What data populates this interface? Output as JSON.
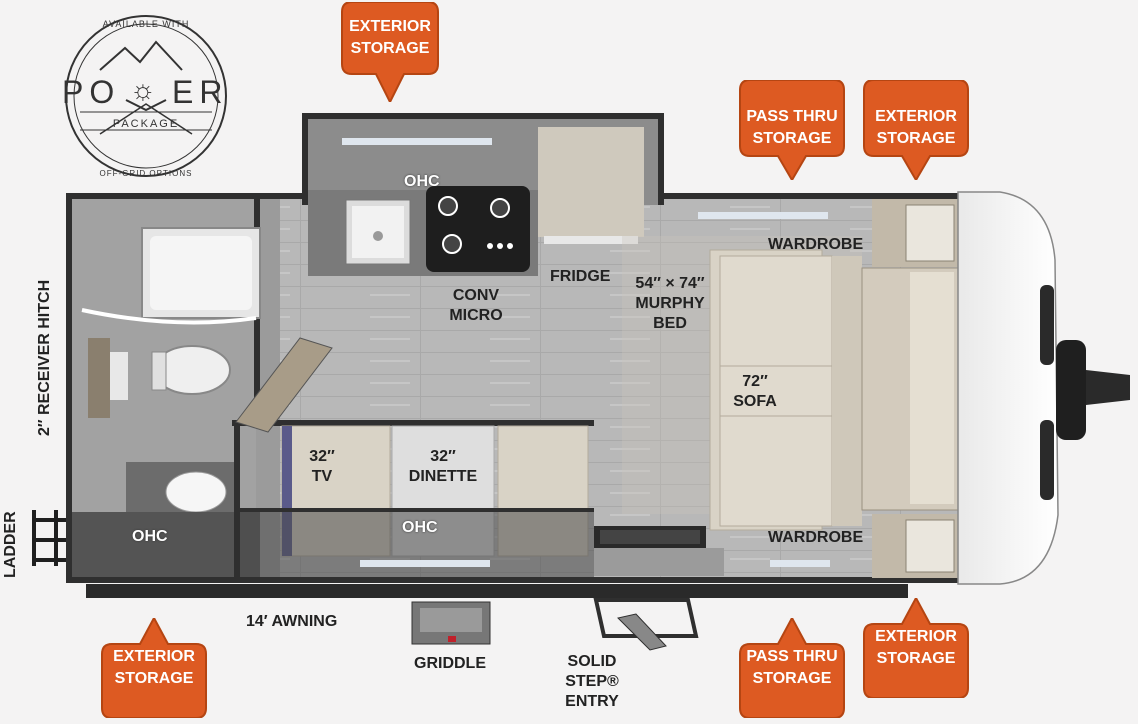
{
  "logo": {
    "top_text": "AVAILABLE WITH",
    "power_left": "PO",
    "power_right": "ER",
    "package": "PACKAGE",
    "bottom_text": "OFF-GRID OPTIONS"
  },
  "storage_pins": {
    "top_center": [
      "EXTERIOR",
      "STORAGE"
    ],
    "top_right_pass": [
      "PASS THRU",
      "STORAGE"
    ],
    "top_right_ext": [
      "EXTERIOR",
      "STORAGE"
    ],
    "bottom_left": [
      "EXTERIOR",
      "STORAGE"
    ],
    "bottom_right_pass": [
      "PASS THRU",
      "STORAGE"
    ],
    "bottom_right_ext": [
      "EXTERIOR",
      "STORAGE"
    ]
  },
  "labels": {
    "ohc_kitchen": "OHC",
    "conv_micro": [
      "CONV",
      "MICRO"
    ],
    "fridge": "FRIDGE",
    "murphy_bed": [
      "54″ × 74″",
      "MURPHY",
      "BED"
    ],
    "wardrobe_top": "WARDROBE",
    "wardrobe_bottom": "WARDROBE",
    "sofa": [
      "72″",
      "SOFA"
    ],
    "tv": [
      "32″",
      "TV"
    ],
    "dinette": [
      "32″",
      "DINETTE"
    ],
    "ohc_dinette": "OHC",
    "ohc_bath": "OHC",
    "receiver_hitch": "2″ RECEIVER HITCH",
    "ladder": "LADDER",
    "awning": "14′ AWNING",
    "griddle": "GRIDDLE",
    "entry": [
      "SOLID",
      "STEP®",
      "ENTRY"
    ]
  },
  "colors": {
    "pin_orange": "#dd5a22",
    "wall": "#3c3c3c",
    "floor": "#b9b9b9",
    "counter": "#6b6b6b",
    "cushion": "#d9d3c6"
  }
}
